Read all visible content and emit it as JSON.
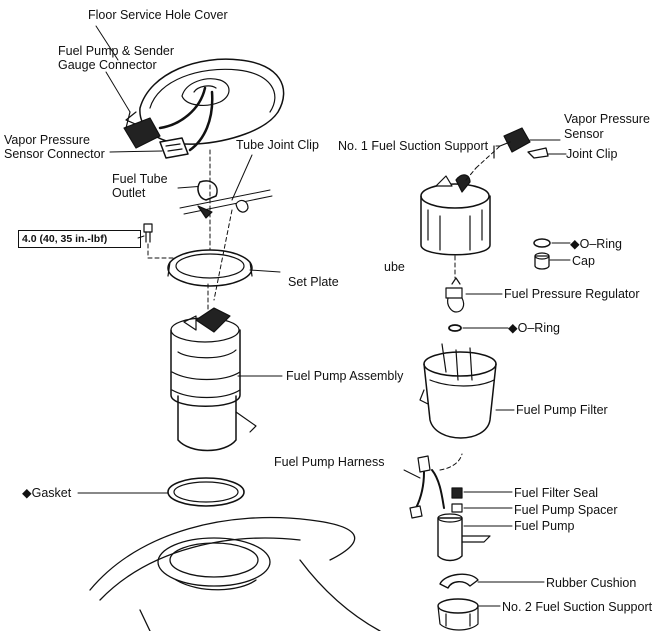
{
  "labels": {
    "floor_service_hole_cover": "Floor Service Hole Cover",
    "fuel_pump_sender_connector_1": "Fuel Pump & Sender",
    "fuel_pump_sender_connector_2": "Gauge Connector",
    "vapor_pressure_sensor_connector_1": "Vapor Pressure",
    "vapor_pressure_sensor_connector_2": "Sensor Connector",
    "tube_joint_clip": "Tube Joint Clip",
    "fuel_tube_outlet_1": "Fuel Tube",
    "fuel_tube_outlet_2": "Outlet",
    "torque_spec": "4.0 (40, 35 in.-lbf)",
    "set_plate": "Set Plate",
    "tube_fragment": "ube",
    "fuel_pump_assembly": "Fuel Pump Assembly",
    "gasket": "◆Gasket",
    "no1_fuel_suction_support": "No. 1 Fuel Suction Support",
    "vapor_pressure_sensor_1": "Vapor Pressure",
    "vapor_pressure_sensor_2": "Sensor",
    "joint_clip": "Joint Clip",
    "o_ring_1": "◆O–Ring",
    "cap": "Cap",
    "fuel_pressure_regulator": "Fuel Pressure Regulator",
    "o_ring_2": "◆O–Ring",
    "fuel_pump_filter": "Fuel Pump Filter",
    "fuel_pump_harness": "Fuel Pump Harness",
    "fuel_filter_seal": "Fuel Filter Seal",
    "fuel_pump_spacer": "Fuel Pump Spacer",
    "fuel_pump": "Fuel Pump",
    "rubber_cushion": "Rubber Cushion",
    "no2_fuel_suction_support": "No. 2 Fuel Suction Support"
  }
}
